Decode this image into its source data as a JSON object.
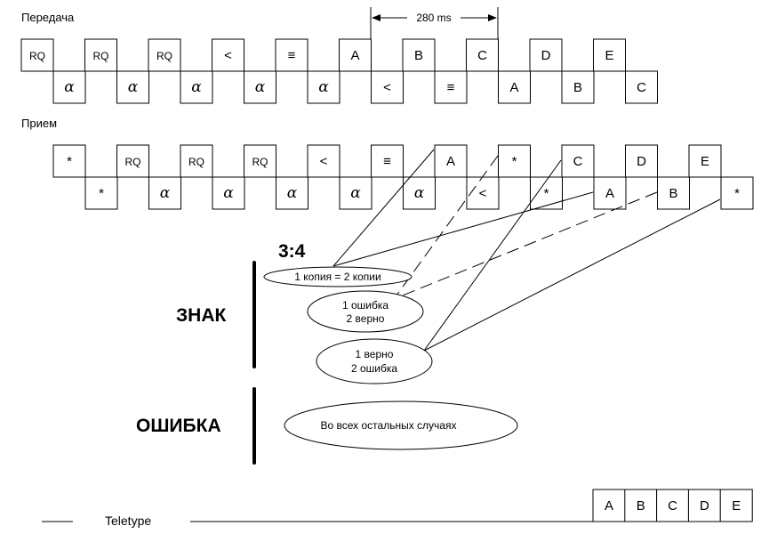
{
  "transmit": {
    "label": "Передача",
    "top_row": [
      "RQ",
      "RQ",
      "RQ",
      "<",
      "≡",
      "A",
      "B",
      "C",
      "D",
      "E"
    ],
    "bottom_row": [
      "α",
      "α",
      "α",
      "α",
      "α",
      "<",
      "≡",
      "A",
      "B",
      "C"
    ],
    "timing_annotation": "280 ms"
  },
  "receive": {
    "label": "Прием",
    "top_row": [
      "*",
      "RQ",
      "RQ",
      "RQ",
      "<",
      "≡",
      "A",
      "*",
      "C",
      "D",
      "E"
    ],
    "bottom_row": [
      "*",
      "α",
      "α",
      "α",
      "α",
      "α",
      "<",
      "*",
      "A",
      "B",
      "*"
    ]
  },
  "ratio_label": "3:4",
  "categories": {
    "sign": "ЗНАК",
    "error": "ОШИБКА"
  },
  "ellipses": [
    {
      "id": "copy-equal",
      "lines": [
        "1 копия = 2 копии"
      ]
    },
    {
      "id": "first-error",
      "lines": [
        "1 ошибка",
        "2 верно"
      ]
    },
    {
      "id": "first-correct",
      "lines": [
        "1 верно",
        "2 ошибка"
      ]
    },
    {
      "id": "all-other",
      "lines": [
        "Во всех остальных случаях"
      ]
    }
  ],
  "teletype": {
    "label": "Teletype",
    "output": [
      "A",
      "B",
      "C",
      "D",
      "E"
    ]
  }
}
